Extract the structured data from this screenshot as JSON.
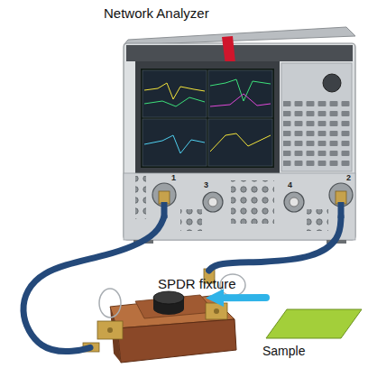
{
  "diagram": {
    "nodes": [
      {
        "text": [
          "Network Analyzer"
        ]
      },
      {
        "text": [
          "SPDR fixture"
        ]
      },
      {
        "text": [
          "Sample"
        ]
      }
    ],
    "edges": [
      {
        "from": 0,
        "to": 1,
        "arrow": "none"
      },
      {
        "from": 0,
        "to": 1,
        "arrow": "none"
      },
      {
        "from": 2,
        "to": 1,
        "arrow": "to"
      }
    ],
    "labels": [
      "1",
      "3",
      "4",
      "2"
    ]
  }
}
